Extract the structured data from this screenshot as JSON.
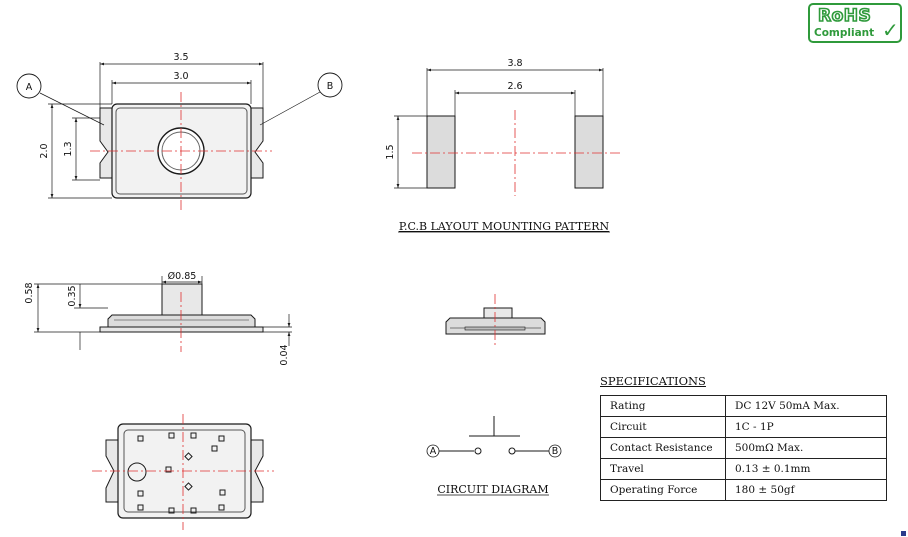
{
  "dimensions": {
    "top_width_outer": "3.5",
    "top_width_inner": "3.0",
    "top_height": "2.0",
    "top_height_inner": "1.3",
    "pcb_width_outer": "3.8",
    "pcb_width_inner": "2.6",
    "pcb_height": "1.5",
    "side_total_height": "0.58",
    "side_body_height": "0.35",
    "side_actuator_diameter": "Ø0.85",
    "side_base_thickness": "0.04"
  },
  "callouts": {
    "a": "A",
    "b": "B"
  },
  "labels": {
    "pcb_layout": "P.C.B LAYOUT MOUNTING PATTERN",
    "circuit_diagram": "CIRCUIT DIAGRAM",
    "specifications": "SPECIFICATIONS"
  },
  "rohs": {
    "title": "RoHS",
    "subtitle": "Compliant",
    "color": "#2f9a3b"
  },
  "specifications": [
    {
      "key": "Rating",
      "value": "DC 12V 50mA Max."
    },
    {
      "key": "Circuit",
      "value": "1C - 1P"
    },
    {
      "key": "Contact Resistance",
      "value": "500mΩ Max."
    },
    {
      "key": "Travel",
      "value": "0.13 ± 0.1mm"
    },
    {
      "key": "Operating Force",
      "value": "180 ± 50gf"
    }
  ],
  "colors": {
    "centerline": "#e03030",
    "line": "#1a1a1a",
    "body_fill": "#dcdcdc"
  }
}
